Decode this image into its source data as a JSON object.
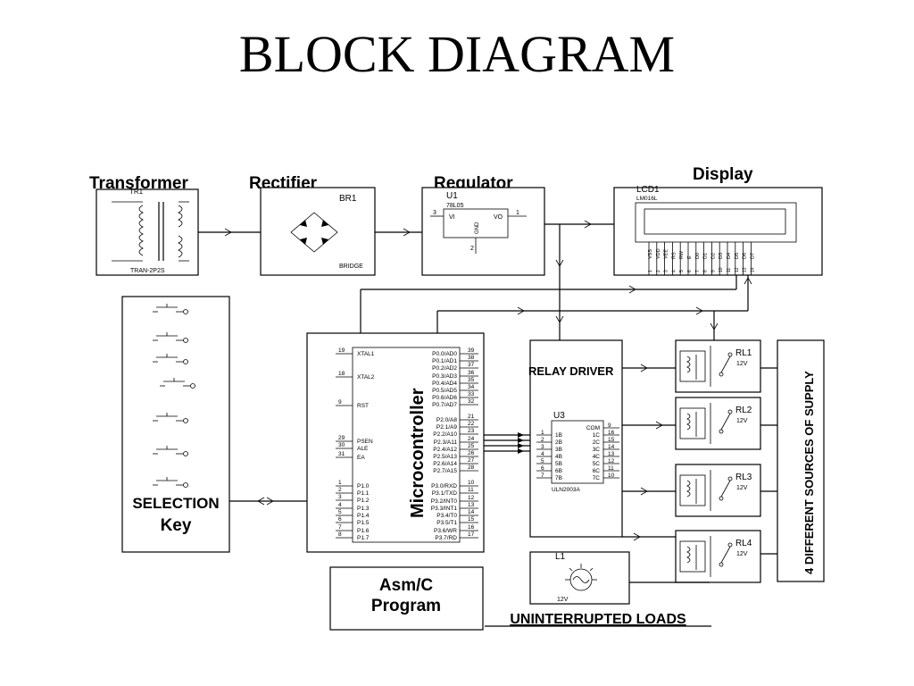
{
  "title": "BLOCK DIAGRAM",
  "blocks": {
    "transformer": {
      "heading": "Transformer",
      "ref": "TR1",
      "part": "TRAN-2P2S"
    },
    "rectifier": {
      "heading": "Rectifier",
      "ref": "BR1",
      "part": "BRIDGE"
    },
    "regulator": {
      "heading": "Regulator",
      "ref": "U1",
      "part": "78L05",
      "pin_vi": "VI",
      "pin_vo": "VO",
      "pin_gnd": "GND",
      "n1": "3",
      "n2": "1",
      "n3": "2"
    },
    "display": {
      "heading": "Display",
      "ref": "LCD1",
      "part": "LM016L",
      "pin_names": [
        "VSS",
        "VDD",
        "VEE",
        "RS",
        "RW",
        "E",
        "D0",
        "D1",
        "D2",
        "D3",
        "D4",
        "D5",
        "D6",
        "D7"
      ],
      "pin_nums": [
        "1",
        "2",
        "3",
        "4",
        "5",
        "6",
        "7",
        "8",
        "9",
        "10",
        "11",
        "12",
        "13",
        "14"
      ]
    },
    "selection_key": {
      "line1": "SELECTION",
      "line2": "Key"
    },
    "microcontroller": {
      "label": "Microcontroller",
      "left_pins": [
        {
          "num": "19",
          "name": "XTAL1"
        },
        {
          "num": "18",
          "name": "XTAL2"
        },
        {
          "num": "9",
          "name": "RST"
        },
        {
          "num": "29",
          "name": "PSEN"
        },
        {
          "num": "30",
          "name": "ALE"
        },
        {
          "num": "31",
          "name": "EA"
        },
        {
          "num": "1",
          "name": "P1.0"
        },
        {
          "num": "2",
          "name": "P1.1"
        },
        {
          "num": "3",
          "name": "P1.2"
        },
        {
          "num": "4",
          "name": "P1.3"
        },
        {
          "num": "5",
          "name": "P1.4"
        },
        {
          "num": "6",
          "name": "P1.5"
        },
        {
          "num": "7",
          "name": "P1.6"
        },
        {
          "num": "8",
          "name": "P1.7"
        }
      ],
      "right_pins": [
        {
          "num": "39",
          "name": "P0.0/AD0"
        },
        {
          "num": "38",
          "name": "P0.1/AD1"
        },
        {
          "num": "37",
          "name": "P0.2/AD2"
        },
        {
          "num": "36",
          "name": "P0.3/AD3"
        },
        {
          "num": "35",
          "name": "P0.4/AD4"
        },
        {
          "num": "34",
          "name": "P0.5/AD5"
        },
        {
          "num": "33",
          "name": "P0.6/AD6"
        },
        {
          "num": "32",
          "name": "P0.7/AD7"
        },
        {
          "num": "21",
          "name": "P2.0/A8"
        },
        {
          "num": "22",
          "name": "P2.1/A9"
        },
        {
          "num": "23",
          "name": "P2.2/A10"
        },
        {
          "num": "24",
          "name": "P2.3/A11"
        },
        {
          "num": "25",
          "name": "P2.4/A12"
        },
        {
          "num": "26",
          "name": "P2.5/A13"
        },
        {
          "num": "27",
          "name": "P2.6/A14"
        },
        {
          "num": "28",
          "name": "P2.7/A15"
        },
        {
          "num": "10",
          "name": "P3.0/RXD"
        },
        {
          "num": "11",
          "name": "P3.1/TXD"
        },
        {
          "num": "12",
          "name": "P3.2/INT0"
        },
        {
          "num": "13",
          "name": "P3.3/INT1"
        },
        {
          "num": "14",
          "name": "P3.4/T0"
        },
        {
          "num": "15",
          "name": "P3.5/T1"
        },
        {
          "num": "16",
          "name": "P3.6/WR"
        },
        {
          "num": "17",
          "name": "P3.7/RD"
        }
      ]
    },
    "program": {
      "line1": "Asm/C",
      "line2": "Program"
    },
    "relay_driver": {
      "label": "RELAY DRIVER",
      "ref": "U3",
      "part": "ULN2003A",
      "com": "COM",
      "left_pins": [
        {
          "num": "1",
          "name": "1B"
        },
        {
          "num": "2",
          "name": "2B"
        },
        {
          "num": "3",
          "name": "3B"
        },
        {
          "num": "4",
          "name": "4B"
        },
        {
          "num": "5",
          "name": "5B"
        },
        {
          "num": "6",
          "name": "6B"
        },
        {
          "num": "7",
          "name": "7B"
        }
      ],
      "right_pins": [
        {
          "num": "9",
          "name": "COM"
        },
        {
          "num": "16",
          "name": "1C"
        },
        {
          "num": "15",
          "name": "2C"
        },
        {
          "num": "14",
          "name": "3C"
        },
        {
          "num": "13",
          "name": "4C"
        },
        {
          "num": "12",
          "name": "5C"
        },
        {
          "num": "11",
          "name": "6C"
        },
        {
          "num": "10",
          "name": "7C"
        }
      ]
    },
    "relays": [
      {
        "ref": "RL1",
        "volt": "12V"
      },
      {
        "ref": "RL2",
        "volt": "12V"
      },
      {
        "ref": "RL3",
        "volt": "12V"
      },
      {
        "ref": "RL4",
        "volt": "12V"
      }
    ],
    "supply": {
      "label": "4 DIFFERENT SOURCES OF SUPPLY"
    },
    "lamp": {
      "ref": "L1",
      "volt": "12V"
    },
    "loads_label": "UNINTERRUPTED LOADS"
  }
}
